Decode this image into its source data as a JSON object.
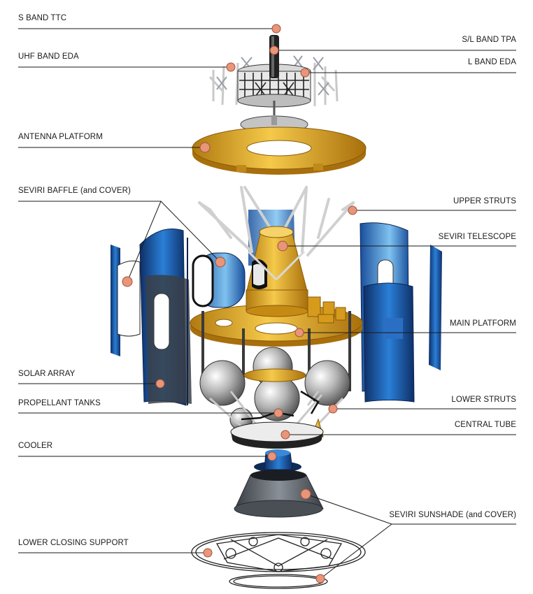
{
  "labels": {
    "s_band_ttc": "S BAND TTC",
    "sl_band_tpa": "S/L BAND TPA",
    "uhf_band_eda": "UHF BAND EDA",
    "l_band_eda": "L BAND EDA",
    "antenna_platform": "ANTENNA PLATFORM",
    "seviri_baffle": "SEVIRI BAFFLE (and COVER)",
    "upper_struts": "UPPER STRUTS",
    "seviri_telescope": "SEVIRI TELESCOPE",
    "main_platform": "MAIN PLATFORM",
    "solar_array": "SOLAR ARRAY",
    "propellant_tanks": "PROPELLANT TANKS",
    "lower_struts": "LOWER STRUTS",
    "central_tube": "CENTRAL TUBE",
    "cooler": "COOLER",
    "seviri_sunshade": "SEVIRI SUNSHADE (and COVER)",
    "lower_closing_support": "LOWER CLOSING SUPPORT"
  },
  "colors": {
    "marker": "#e8957a",
    "marker_stroke": "#a0523a",
    "gold": "#e0a71e",
    "gold_dark": "#b07a10",
    "blue": "#1f5fb0",
    "blue_dark": "#123a78",
    "strut": "#c8c8c8",
    "cone": "#555a60"
  }
}
